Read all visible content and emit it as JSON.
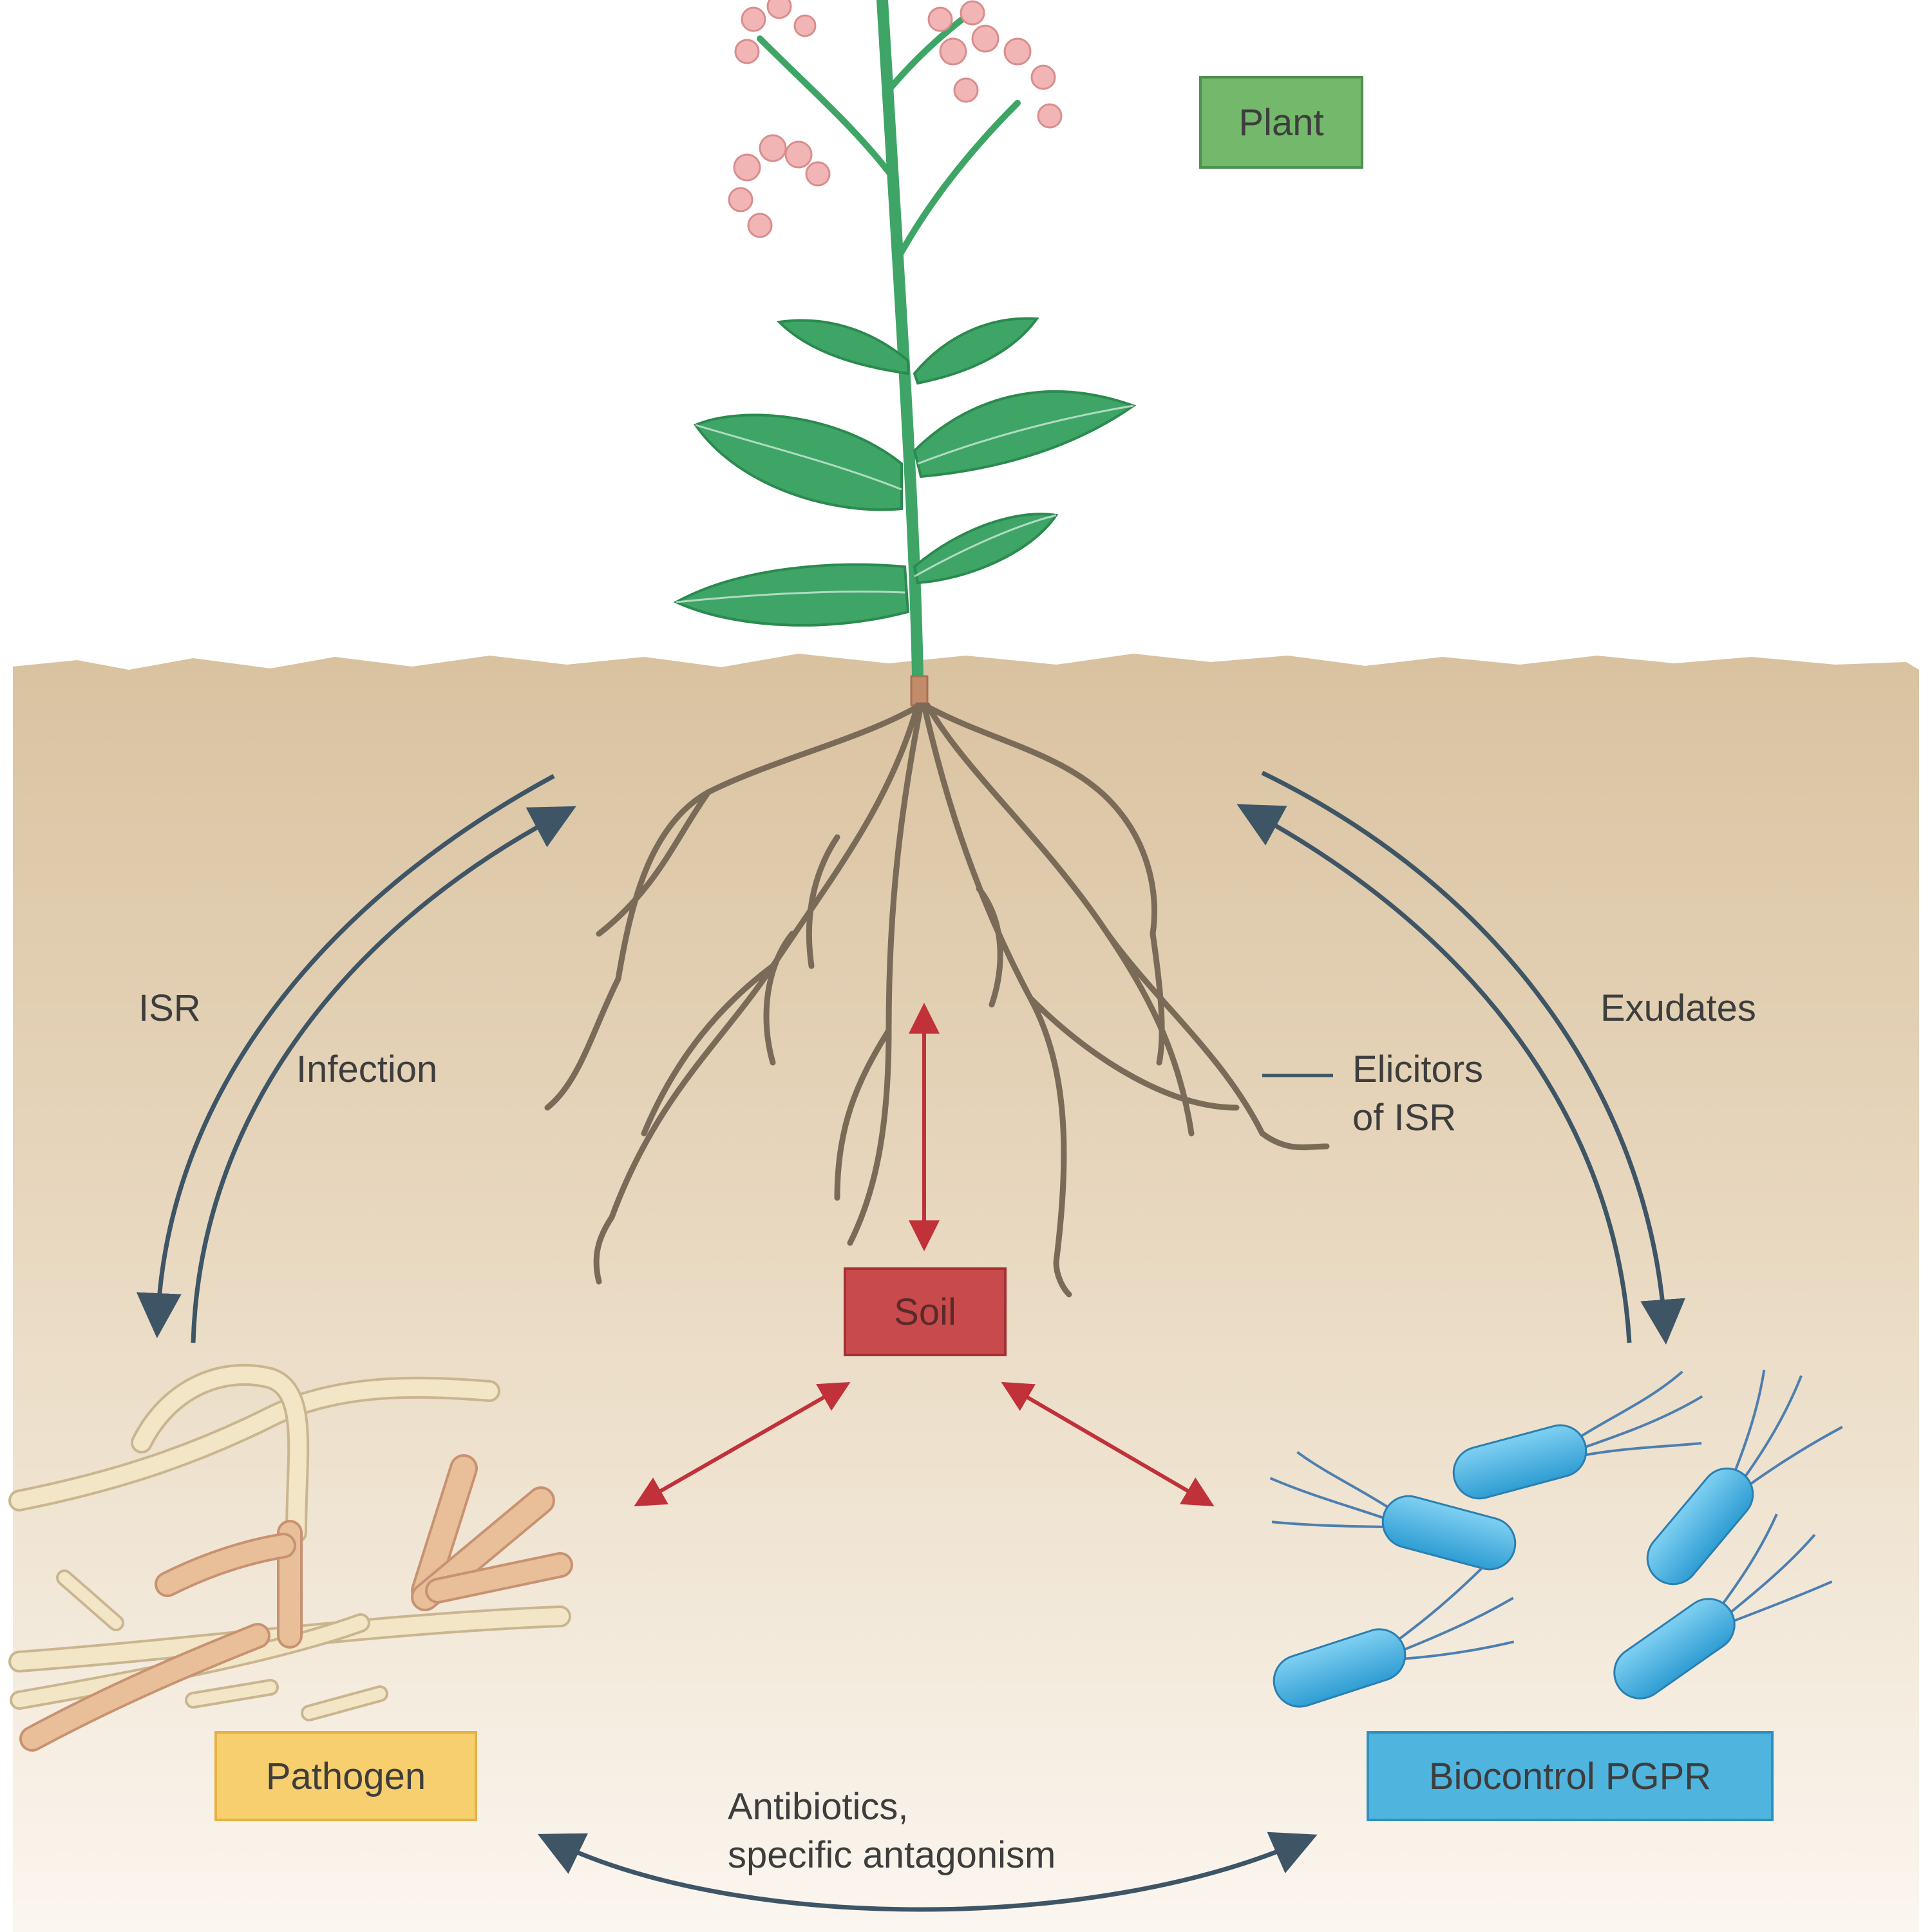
{
  "labels": {
    "plant": "Plant",
    "soil": "Soil",
    "pathogen": "Pathogen",
    "biocontrol": "Biocontrol PGPR",
    "isr": "ISR",
    "infection": "Infection",
    "exudates": "Exudates",
    "elicitors_line1": "Elicitors",
    "elicitors_line2": "of ISR",
    "antibiotics_line1": "Antibiotics,",
    "antibiotics_line2": "specific antagonism"
  },
  "colors": {
    "plant_box": "#74b86b",
    "soil_box": "#c94a4c",
    "pathogen_box": "#f7cf6e",
    "biocontrol_box": "#4fb5df",
    "soil_ground": "#d9c2a0",
    "leaf": "#3ea566",
    "root": "#7a6a58",
    "arrow_dark": "#3e5566",
    "arrow_red": "#c0313a",
    "bacteria": "#3fa9dc",
    "hypha_light": "#f3e6c6",
    "hypha_tan": "#e8bf98"
  }
}
